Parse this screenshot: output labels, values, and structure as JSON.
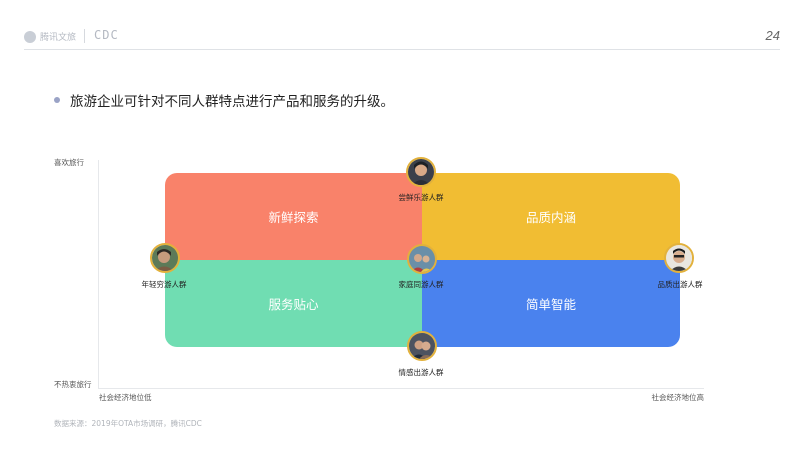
{
  "header": {
    "brand_left": "腾讯文旅",
    "brand_right": "CDC",
    "page_number": "24"
  },
  "headline": "旅游企业可针对不同人群特点进行产品和服务的升级。",
  "axes": {
    "y_top": "喜欢旅行",
    "y_bottom": "不热衷旅行",
    "x_left": "社会经济地位低",
    "x_right": "社会经济地位高"
  },
  "quadrants": {
    "top_left": {
      "label": "新鲜探索",
      "color": "#f9826a"
    },
    "top_right": {
      "label": "品质内涵",
      "color": "#f1bd33"
    },
    "bottom_left": {
      "label": "服务贴心",
      "color": "#70ddb2"
    },
    "bottom_right": {
      "label": "简单智能",
      "color": "#4a82ee"
    }
  },
  "groups": {
    "top": "尝鲜乐游人群",
    "left": "年轻穷游人群",
    "center": "家庭同游人群",
    "right": "品质出游人群",
    "bottom": "情感出游人群"
  },
  "source": "数据来源：2019年OTA市场调研，腾讯CDC"
}
